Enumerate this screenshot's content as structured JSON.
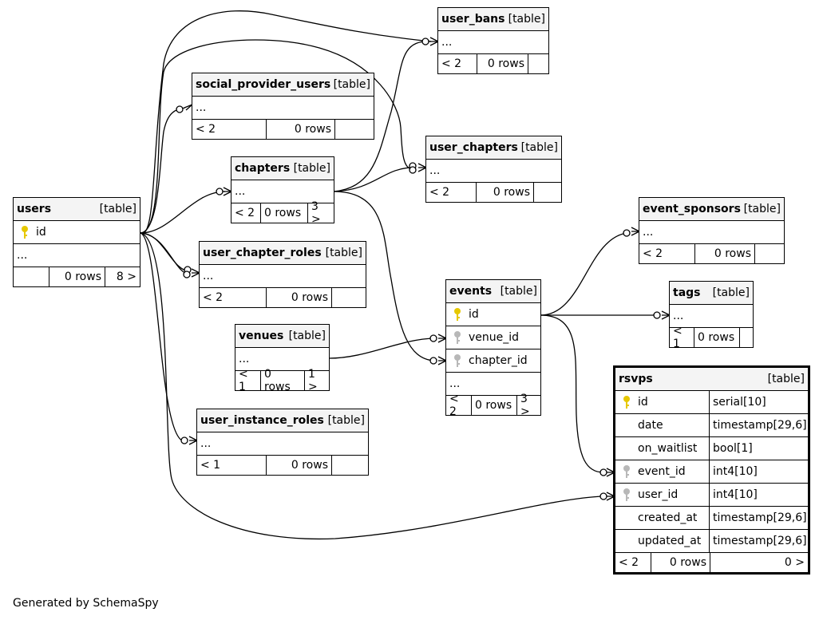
{
  "footer": "Generated by SchemaSpy",
  "tables": {
    "users": {
      "name": "users",
      "type": "[table]",
      "columns": [
        "id",
        "..."
      ],
      "parents": "",
      "rows": "0 rows",
      "children": "8 >"
    },
    "user_bans": {
      "name": "user_bans",
      "type": "[table]",
      "columns": [
        "..."
      ],
      "parents": "< 2",
      "rows": "0 rows",
      "children": ""
    },
    "social_provider_users": {
      "name": "social_provider_users",
      "type": "[table]",
      "columns": [
        "..."
      ],
      "parents": "< 2",
      "rows": "0 rows",
      "children": ""
    },
    "user_chapters": {
      "name": "user_chapters",
      "type": "[table]",
      "columns": [
        "..."
      ],
      "parents": "< 2",
      "rows": "0 rows",
      "children": ""
    },
    "chapters": {
      "name": "chapters",
      "type": "[table]",
      "columns": [
        "..."
      ],
      "parents": "< 2",
      "rows": "0 rows",
      "children": "3 >"
    },
    "event_sponsors": {
      "name": "event_sponsors",
      "type": "[table]",
      "columns": [
        "..."
      ],
      "parents": "< 2",
      "rows": "0 rows",
      "children": ""
    },
    "user_chapter_roles": {
      "name": "user_chapter_roles",
      "type": "[table]",
      "columns": [
        "..."
      ],
      "parents": "< 2",
      "rows": "0 rows",
      "children": ""
    },
    "events": {
      "name": "events",
      "type": "[table]",
      "columns": [
        "id",
        "venue_id",
        "chapter_id",
        "..."
      ],
      "parents": "< 2",
      "rows": "0 rows",
      "children": "3 >"
    },
    "tags": {
      "name": "tags",
      "type": "[table]",
      "columns": [
        "..."
      ],
      "parents": "< 1",
      "rows": "0 rows",
      "children": ""
    },
    "venues": {
      "name": "venues",
      "type": "[table]",
      "columns": [
        "..."
      ],
      "parents": "< 1",
      "rows": "0 rows",
      "children": "1 >"
    },
    "user_instance_roles": {
      "name": "user_instance_roles",
      "type": "[table]",
      "columns": [
        "..."
      ],
      "parents": "< 1",
      "rows": "0 rows",
      "children": ""
    },
    "rsvps": {
      "name": "rsvps",
      "type": "[table]",
      "columns": [
        {
          "name": "id",
          "type": "serial[10]"
        },
        {
          "name": "date",
          "type": "timestamp[29,6]"
        },
        {
          "name": "on_waitlist",
          "type": "bool[1]"
        },
        {
          "name": "event_id",
          "type": "int4[10]"
        },
        {
          "name": "user_id",
          "type": "int4[10]"
        },
        {
          "name": "created_at",
          "type": "timestamp[29,6]"
        },
        {
          "name": "updated_at",
          "type": "timestamp[29,6]"
        }
      ],
      "parents": "< 2",
      "rows": "0 rows",
      "children": "0 >"
    }
  },
  "icons": {
    "primary_key": "key-icon",
    "foreign_key": "key-icon",
    "primary_key_color": "#e6c800",
    "foreign_key_color": "#b8b8b8"
  }
}
